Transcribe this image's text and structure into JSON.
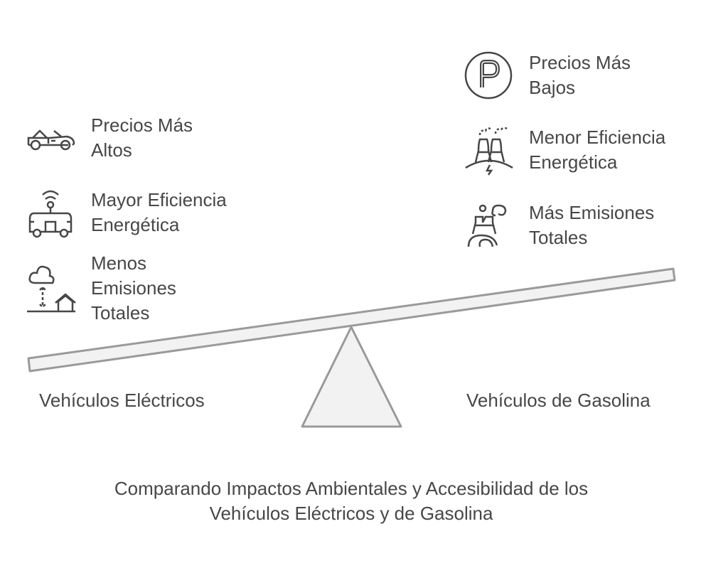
{
  "left": {
    "label": "Vehículos Eléctricos",
    "items": [
      {
        "icon": "convertible-car-icon",
        "line1": "Precios Más",
        "line2": "Altos"
      },
      {
        "icon": "connected-bus-icon",
        "line1": "Mayor Eficiencia",
        "line2": "Energética"
      },
      {
        "icon": "cloud-house-icon",
        "line1": "Menos",
        "line2": "Emisiones",
        "line3": "Totales"
      }
    ]
  },
  "right": {
    "label": "Vehículos de Gasolina",
    "items": [
      {
        "icon": "parking-icon",
        "line1": "Precios Más",
        "line2": "Bajos"
      },
      {
        "icon": "power-plant-icon",
        "line1": "Menor Eficiencia",
        "line2": "Energética"
      },
      {
        "icon": "factory-emissions-icon",
        "line1": "Más Emisiones",
        "line2": "Totales"
      }
    ]
  },
  "title": {
    "line1": "Comparando Impactos Ambientales y Accesibilidad de los",
    "line2": "Vehículos Eléctricos y de Gasolina"
  },
  "colors": {
    "text": "#474747",
    "stroke": "#9a9a9a",
    "fill": "#f2f2f2"
  }
}
